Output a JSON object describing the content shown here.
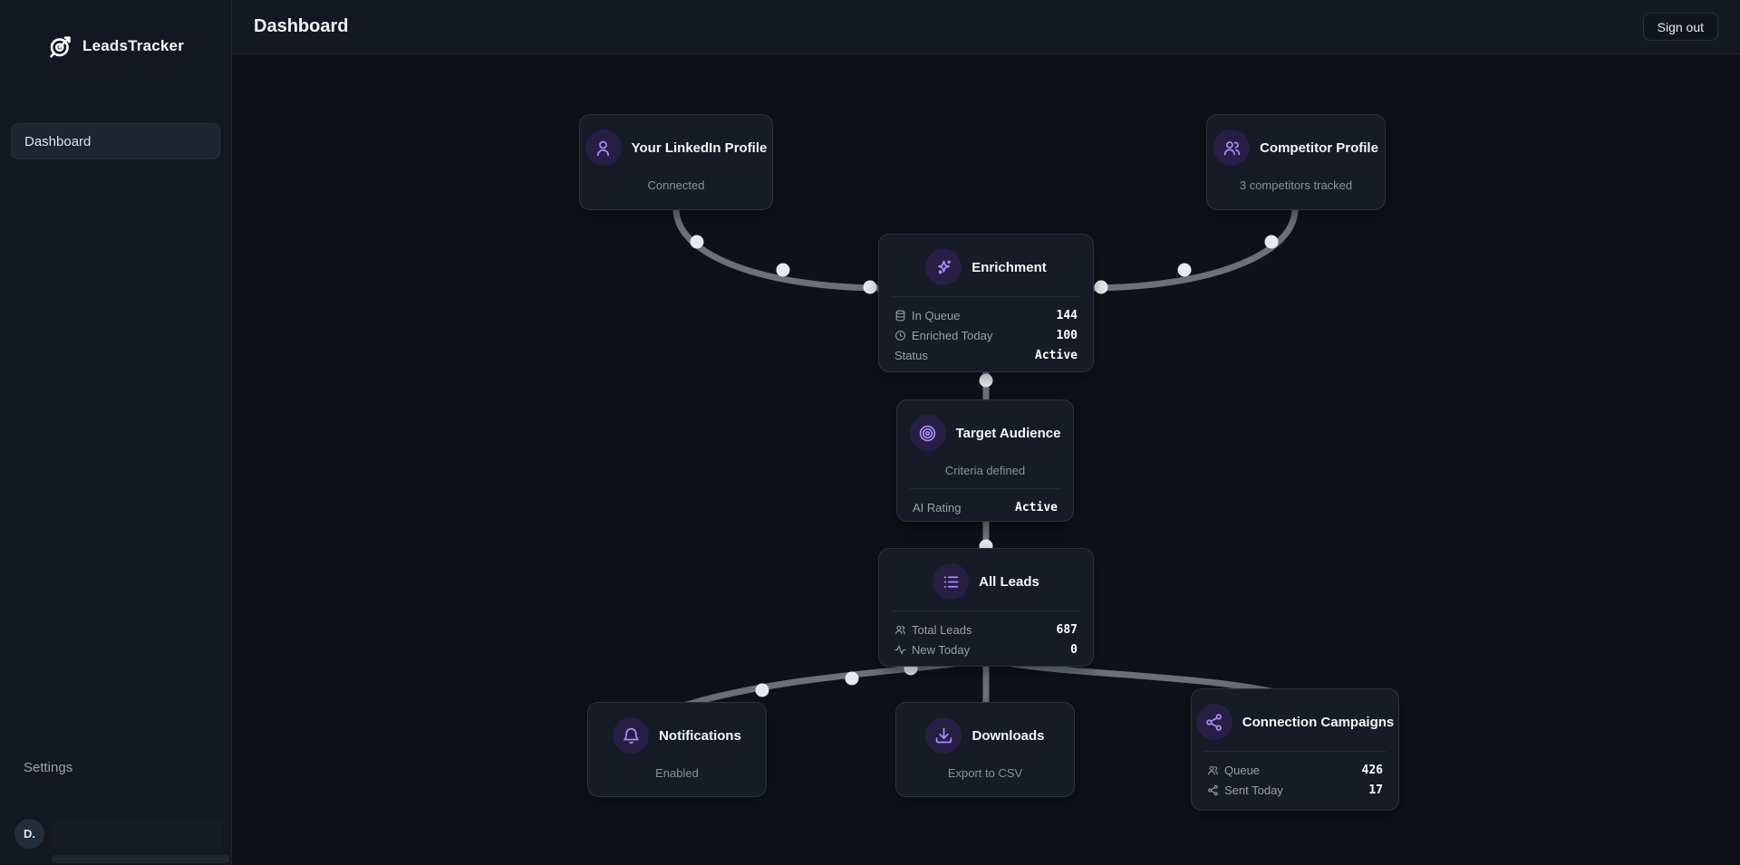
{
  "app": {
    "brand": "LeadsTracker"
  },
  "sidebar": {
    "items": [
      {
        "label": "Dashboard",
        "active": true
      }
    ],
    "settings_label": "Settings",
    "avatar_initial": "D."
  },
  "topbar": {
    "title": "Dashboard",
    "signout_label": "Sign out"
  },
  "flow": {
    "nodes": [
      {
        "id": "linkedin-profile",
        "icon": "user",
        "title": "Your LinkedIn Profile",
        "subtitle": "Connected",
        "stats": []
      },
      {
        "id": "competitor-profile",
        "icon": "users",
        "title": "Competitor Profile",
        "subtitle": "3 competitors tracked",
        "stats": []
      },
      {
        "id": "enrichment",
        "icon": "sparkles",
        "title": "Enrichment",
        "subtitle": "",
        "stats": [
          {
            "icon": "database",
            "label": "In Queue",
            "value": "144"
          },
          {
            "icon": "clock",
            "label": "Enriched Today",
            "value": "100"
          },
          {
            "icon": "",
            "label": "Status",
            "value": "Active"
          }
        ]
      },
      {
        "id": "target-audience",
        "icon": "target",
        "title": "Target Audience",
        "subtitle": "Criteria defined",
        "stats": [
          {
            "icon": "",
            "label": "AI Rating",
            "value": "Active"
          }
        ]
      },
      {
        "id": "all-leads",
        "icon": "list",
        "title": "All Leads",
        "subtitle": "",
        "stats": [
          {
            "icon": "users",
            "label": "Total Leads",
            "value": "687"
          },
          {
            "icon": "activity",
            "label": "New Today",
            "value": "0"
          }
        ]
      },
      {
        "id": "notifications",
        "icon": "bell",
        "title": "Notifications",
        "subtitle": "Enabled",
        "stats": []
      },
      {
        "id": "downloads",
        "icon": "download",
        "title": "Downloads",
        "subtitle": "Export to CSV",
        "stats": []
      },
      {
        "id": "connection-campaigns",
        "icon": "share",
        "title": "Connection Campaigns",
        "subtitle": "",
        "stats": [
          {
            "icon": "users",
            "label": "Queue",
            "value": "426"
          },
          {
            "icon": "share",
            "label": "Sent Today",
            "value": "17"
          }
        ]
      }
    ]
  },
  "colors": {
    "accent_purple": "#a78bfa",
    "icon_badge_bg": "#261f43",
    "canvas_bg": "#0e1118",
    "sidebar_bg": "#131721",
    "topbar_bg": "#141823",
    "card_bg": "#161b26",
    "card_border": "#2b323f",
    "edge": "#737882",
    "edge_dot": "#e7e9ec"
  }
}
